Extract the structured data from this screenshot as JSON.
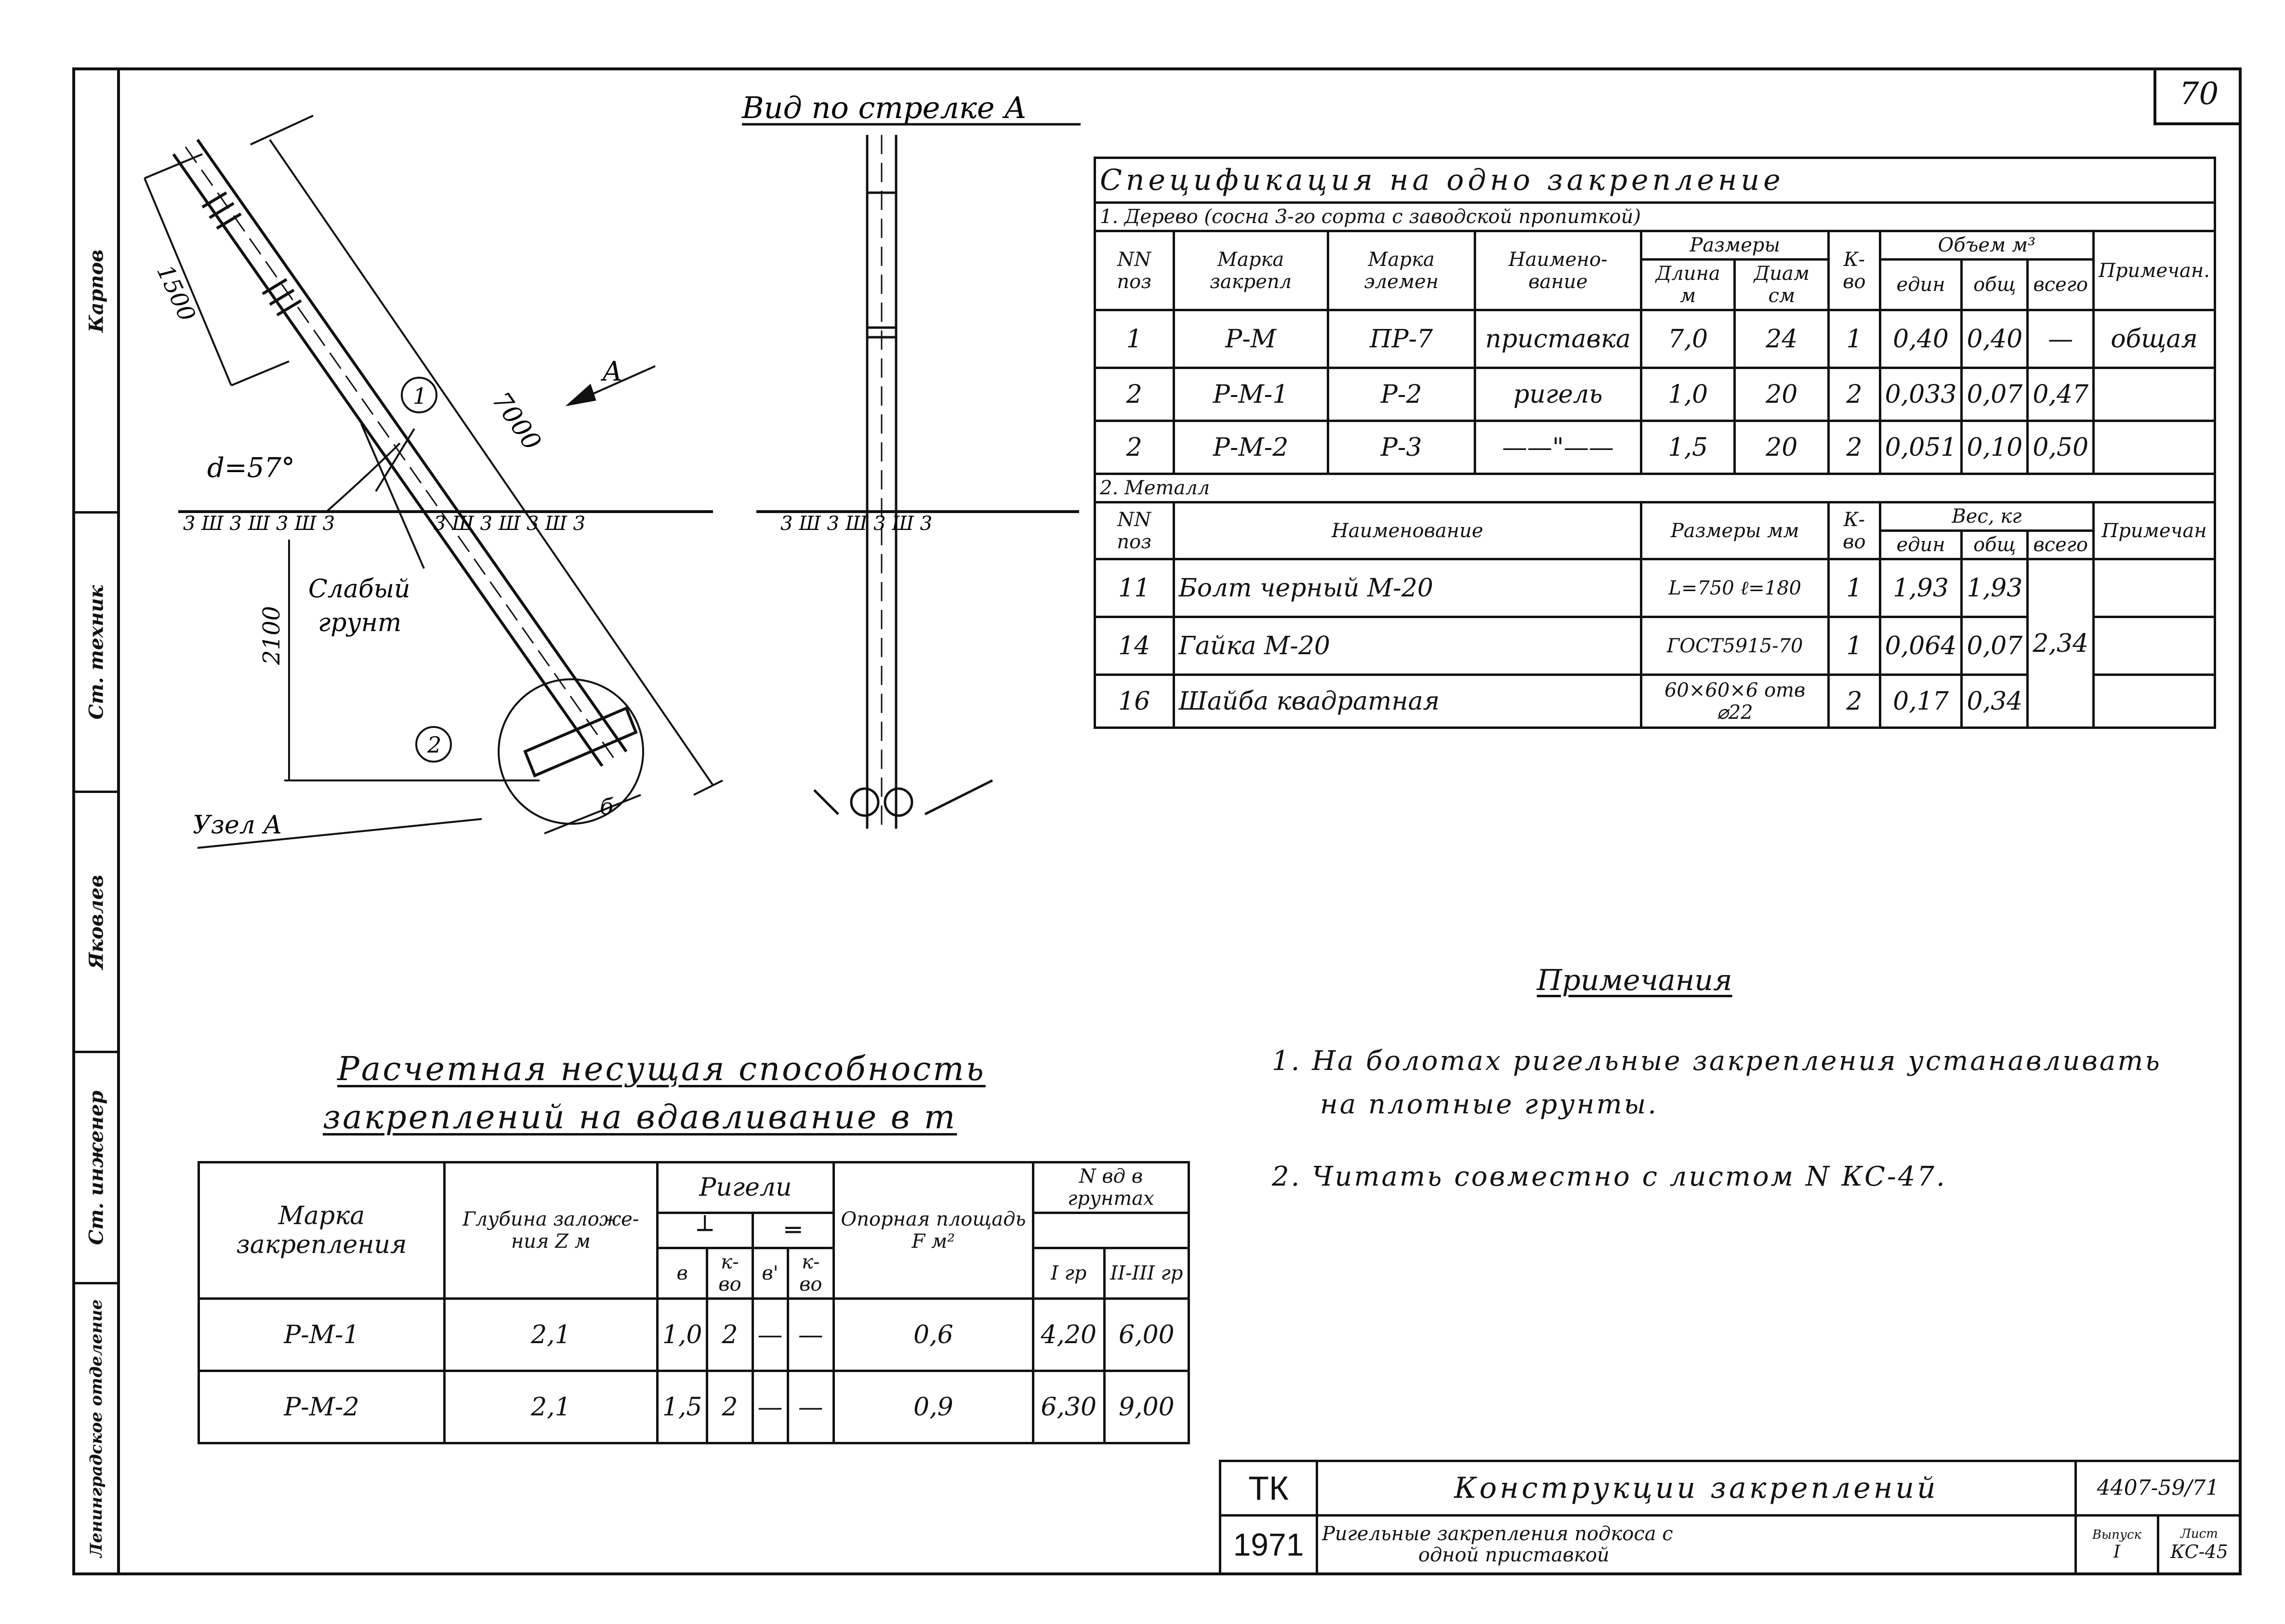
{
  "sheet_number": "70",
  "sidebar": [
    {
      "label": "Карпов"
    },
    {
      "label": "Ст. техник"
    },
    {
      "label": "Яковлев"
    },
    {
      "label": "Ст. инженер"
    },
    {
      "label": "Ленинградское отделение"
    }
  ],
  "drawing": {
    "view_title": "Вид по стрелке А",
    "dim_1500": "1500",
    "dim_7000": "7000",
    "dim_2100": "2100",
    "angle_label": "d=57°",
    "arrow_label": "А",
    "soil_label_1": "Слабый",
    "soil_label_2": "грунт",
    "node_label": "Узел А",
    "dim_b": "б",
    "callout_1": "1",
    "callout_2": "2",
    "ground_hatch": "3 Ш 3 Ш 3 Ш 3"
  },
  "spec": {
    "title": "Спецификация на одно закрепление",
    "wood_header": "1. Дерево (сосна 3-го сорта с заводской пропиткой)",
    "wood_cols": {
      "pos": "NN поз",
      "mark_fix": "Марка закрепл",
      "mark_elem": "Марка элемен",
      "name": "Наимено-вание",
      "sizes": "Размеры",
      "length": "Длина м",
      "diam": "Диам см",
      "qty": "К-во",
      "volume": "Объем м³",
      "unit": "един",
      "total": "общ",
      "all": "всего",
      "note": "Примечан."
    },
    "wood_rows": [
      {
        "pos": "1",
        "mark": "Р-М",
        "elem": "ПР-7",
        "name": "приставка",
        "len": "7,0",
        "diam": "24",
        "qty": "1",
        "unit": "0,40",
        "total": "0,40",
        "all": "—",
        "note": "общая"
      },
      {
        "pos": "2",
        "mark": "Р-М-1",
        "elem": "Р-2",
        "name": "ригель",
        "len": "1,0",
        "diam": "20",
        "qty": "2",
        "unit": "0,033",
        "total": "0,07",
        "all": "0,47",
        "note": ""
      },
      {
        "pos": "2",
        "mark": "Р-М-2",
        "elem": "Р-3",
        "name": "——\"——",
        "len": "1,5",
        "diam": "20",
        "qty": "2",
        "unit": "0,051",
        "total": "0,10",
        "all": "0,50",
        "note": ""
      }
    ],
    "metal_header": "2. Металл",
    "metal_cols": {
      "pos": "NN поз",
      "name": "Наименование",
      "sizes": "Размеры мм",
      "qty": "К-во",
      "weight": "Вес, кг",
      "unit": "един",
      "total": "общ",
      "all": "всего",
      "note": "Примечан"
    },
    "metal_rows": [
      {
        "pos": "11",
        "name": "Болт черный М-20",
        "sizes": "L=750 ℓ=180",
        "qty": "1",
        "unit": "1,93",
        "total": "1,93"
      },
      {
        "pos": "14",
        "name": "Гайка М-20",
        "sizes": "ГОСТ5915-70",
        "qty": "1",
        "unit": "0,064",
        "total": "0,07"
      },
      {
        "pos": "16",
        "name": "Шайба квадратная",
        "sizes": "60×60×6 отв ⌀22",
        "qty": "2",
        "unit": "0,17",
        "total": "0,34"
      }
    ],
    "metal_all": "2,34"
  },
  "notes": {
    "title": "Примечания",
    "item1_line1": "1. На болотах ригельные закрепления устанавливать",
    "item1_line2": "на плотные грунты.",
    "item2": "2. Читать совместно с листом N КС-47."
  },
  "capacity": {
    "title_line1": "Расчетная несущая способность",
    "title_line2": "закреплений на вдавливание в т",
    "cols": {
      "mark": "Марка закрепления",
      "depth": "Глубина заложе-ния Z м",
      "rigels": "Ригели",
      "b": "в",
      "qty": "к-во",
      "b2": "в'",
      "qty2": "к-во",
      "area": "Опорная площадь F м²",
      "soils": "N вд в грунтах",
      "gr1": "I гр",
      "gr23": "II-III гр"
    },
    "rows": [
      {
        "mark": "Р-М-1",
        "depth": "2,1",
        "b": "1,0",
        "qty": "2",
        "b2": "—",
        "qty2": "—",
        "area": "0,6",
        "gr1": "4,20",
        "gr23": "6,00"
      },
      {
        "mark": "Р-М-2",
        "depth": "2,1",
        "b": "1,5",
        "qty": "2",
        "b2": "—",
        "qty2": "—",
        "area": "0,9",
        "gr1": "6,30",
        "gr23": "9,00"
      }
    ]
  },
  "title_block": {
    "code": "ТК",
    "year": "1971",
    "title": "Конструкции закреплений",
    "subtitle_1": "Ригельные закрепления подкоса с",
    "subtitle_2": "одной приставкой",
    "doc_number": "4407-59/71",
    "issue_label": "Выпуск",
    "issue_value": "I",
    "sheet_label": "Лист",
    "sheet_value": "КС-45"
  }
}
